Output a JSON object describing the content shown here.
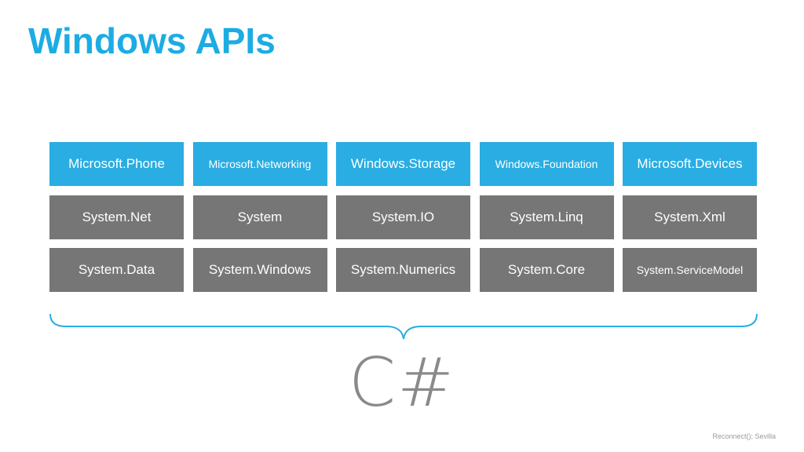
{
  "title": "Windows APIs",
  "colors": {
    "title": "#1cace3",
    "blue_box": "#29ade2",
    "gray_box": "#767676",
    "brace": "#29ade2",
    "csharp": "#8a8a8a"
  },
  "rows": [
    {
      "style": "blue",
      "items": [
        "Microsoft.Phone",
        "Microsoft.Networking",
        "Windows.Storage",
        "Windows.Foundation",
        "Microsoft.Devices"
      ]
    },
    {
      "style": "gray",
      "items": [
        "System.Net",
        "System",
        "System.IO",
        "System.Linq",
        "System.Xml"
      ]
    },
    {
      "style": "gray",
      "items": [
        "System.Data",
        "System.Windows",
        "System.Numerics",
        "System.Core",
        "System.ServiceModel"
      ]
    }
  ],
  "language": "C#",
  "footer": "Reconnect(); Sevilla"
}
